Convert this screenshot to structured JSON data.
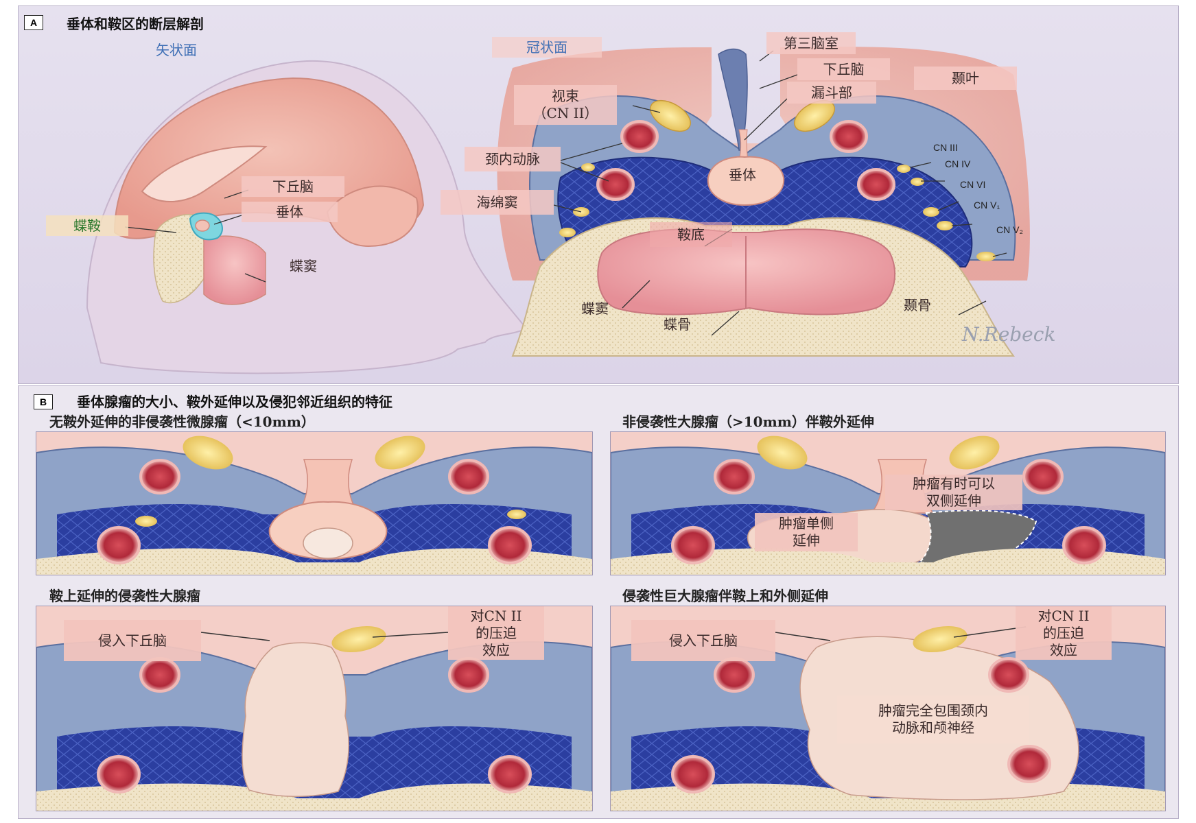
{
  "panel_a": {
    "tag": "A",
    "title": "垂体和鞍区的断层解剖",
    "sagittal": {
      "heading": "矢状面",
      "labels": {
        "hypothalamus": "下丘脑",
        "pituitary": "垂体",
        "sella": "蝶鞍",
        "sphenoid_sinus": "蝶窦"
      }
    },
    "coronal": {
      "heading": "冠状面",
      "labels": {
        "third_ventricle": "第三脑室",
        "hypothalamus": "下丘脑",
        "infundibulum": "漏斗部",
        "temporal_lobe": "颞叶",
        "optic_tract_1": "视束",
        "optic_tract_2": "（CN II）",
        "carotid": "颈内动脉",
        "cavernous_sinus": "海绵窦",
        "pituitary": "垂体",
        "sella_floor": "鞍底",
        "sphenoid_sinus": "蝶窦",
        "sphenoid_bone": "蝶骨",
        "temporal_bone": "颞骨",
        "cn3": "CN III",
        "cn4": "CN IV",
        "cn6": "CN VI",
        "cnv1": "CN V₁",
        "cnv2": "CN V₂"
      }
    },
    "signature": "N.Rebeck"
  },
  "panel_b": {
    "tag": "B",
    "title": "垂体腺瘤的大小、鞍外延伸以及侵犯邻近组织的特征",
    "panels": [
      {
        "title": "无鞍外延伸的非侵袭性微腺瘤（<10mm）"
      },
      {
        "title": "非侵袭性大腺瘤（>10mm）伴鞍外延伸",
        "label_bilateral_1": "肿瘤有时可以",
        "label_bilateral_2": "双侧延伸",
        "label_unilateral_1": "肿瘤单侧",
        "label_unilateral_2": "延伸"
      },
      {
        "title": "鞍上延伸的侵袭性大腺瘤",
        "label_invade": "侵入下丘脑",
        "label_compress_1": "对CN II",
        "label_compress_2": "的压迫",
        "label_compress_3": "效应"
      },
      {
        "title": "侵袭性巨大腺瘤伴鞍上和外侧延伸",
        "label_invade": "侵入下丘脑",
        "label_compress_1": "对CN II",
        "label_compress_2": "的压迫",
        "label_compress_3": "效应",
        "label_encase_1": "肿瘤完全包围颈内",
        "label_encase_2": "动脉和颅神经"
      }
    ]
  }
}
